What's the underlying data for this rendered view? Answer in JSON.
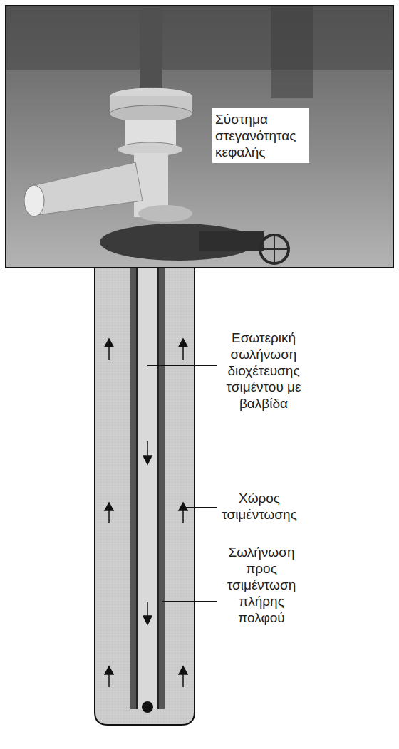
{
  "diagram": {
    "labels": [
      "Σύστημα στεγανότητας κεφαλής",
      "Εσωτερική σωλήνωση διοχέτευσης τσιμέντου με βαλβίδα",
      "Χώρος τσιμέντωσης",
      "Σωλήνωση προς τσιμέντωση πλήρης πολφού"
    ]
  }
}
